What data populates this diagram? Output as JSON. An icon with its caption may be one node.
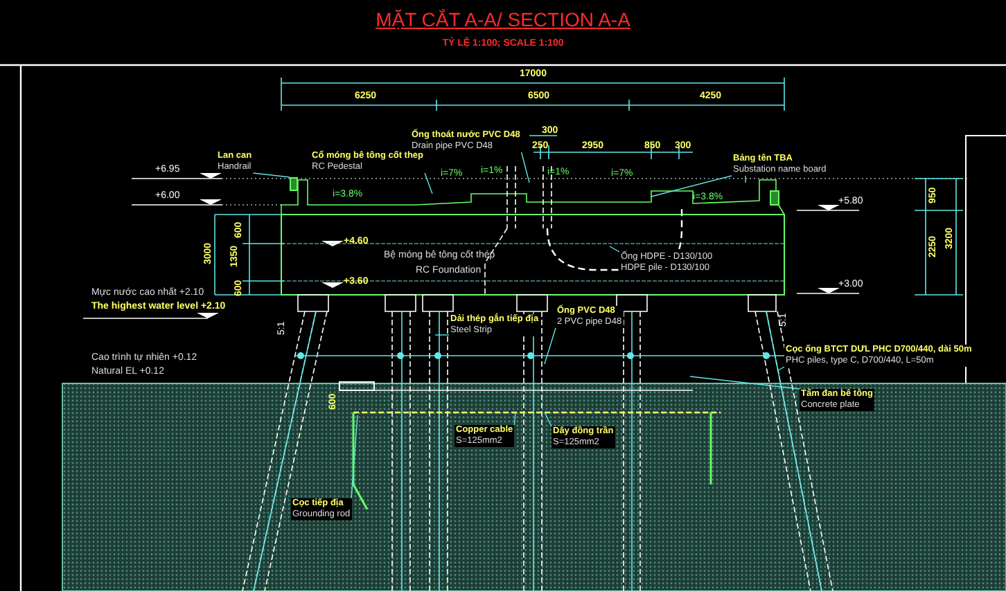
{
  "diagram": {
    "title": "MẶT CẮT A-A/ SECTION A-A",
    "caption": "TỶ LỆ 1:100; SCALE 1:100",
    "nodes": [
      {
        "text": [
          "Lan can",
          "Handrail"
        ]
      },
      {
        "text": [
          "Cổ móng bê tông cốt thép",
          "RC Pedestal"
        ]
      },
      {
        "text": [
          "Ống thoát nước PVC D48",
          "Drain pipe PVC D48"
        ]
      },
      {
        "text": [
          "Bảng tên TBA",
          "Substation name board"
        ]
      },
      {
        "text": [
          "Ống HDPE - D130/100",
          "HDPE pile - D130/100"
        ]
      },
      {
        "text": [
          "Dải thép gắn tiếp địa",
          "Steel Strip"
        ]
      },
      {
        "text": [
          "Ống PVC D48",
          "2 PVC pipe D48"
        ]
      },
      {
        "text": [
          "Cọc ống BTCT DƯL PHC D700/440, dài 50m",
          "PHC piles, type C, D700/440, L=50m"
        ]
      },
      {
        "text": [
          "Tấm đan bê tông",
          "Concrete plate"
        ]
      },
      {
        "text": [
          "Copper cable",
          "S=125mm2"
        ]
      },
      {
        "text": [
          "Dây đồng trần",
          "S=125mm2"
        ]
      },
      {
        "text": [
          "Cọc tiếp địa",
          "Grounding rod"
        ]
      },
      {
        "text": [],
        "shape": "box"
      }
    ],
    "edges": [
      {
        "from": 0,
        "to": 12,
        "arrow": "none"
      },
      {
        "from": 1,
        "to": null,
        "arrow": "none"
      },
      {
        "from": 2,
        "to": null,
        "arrow": "none"
      },
      {
        "from": 3,
        "to": null,
        "arrow": "none"
      },
      {
        "from": 3,
        "to": null,
        "arrow": "none"
      },
      {
        "from": 4,
        "to": null,
        "arrow": "none"
      },
      {
        "from": 5,
        "to": null,
        "arrow": "none"
      },
      {
        "from": 6,
        "to": null,
        "arrow": "none"
      },
      {
        "from": 7,
        "to": null,
        "arrow": "none"
      },
      {
        "from": 8,
        "to": null,
        "arrow": "none"
      },
      {
        "from": 9,
        "to": null,
        "arrow": "none"
      },
      {
        "from": 10,
        "to": null,
        "arrow": "none"
      },
      {
        "from": 11,
        "to": null,
        "arrow": "none"
      }
    ],
    "labels": [
      "+6.95",
      "+6.00",
      "17000",
      "6250",
      "6500",
      "4250",
      "300",
      "250",
      "2950",
      "850",
      "300",
      "i=7%",
      "i=1%",
      "i=1%",
      "i=7%",
      "i=3.8%",
      "i=3.8%",
      "+4.60",
      "+3.60",
      "Bệ móng bê tông cốt thép",
      "RC Foundation",
      "+5.80",
      "+3.00",
      "600",
      "1350",
      "600",
      "3000",
      "950",
      "2250",
      "3200",
      "Mực nước cao nhất +2.10",
      "The highest water level +2.10",
      "Cao trình tự nhiên +0.12",
      "Natural EL +0.12",
      "5:1",
      "5:1",
      "600"
    ]
  }
}
